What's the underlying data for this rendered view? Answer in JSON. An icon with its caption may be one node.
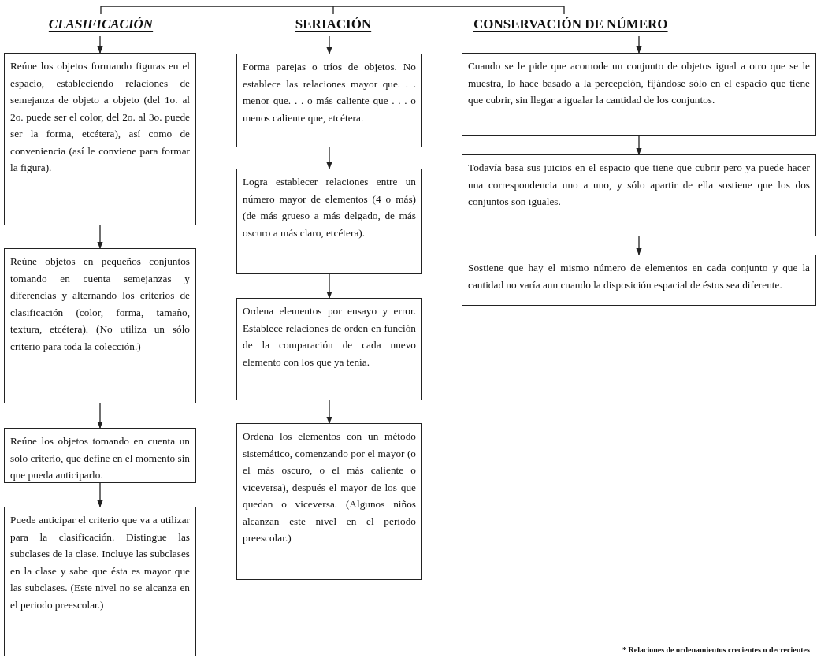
{
  "diagram": {
    "nodes": [
      {
        "text": [
          "CLASIFICACIÓN"
        ]
      },
      {
        "text": [
          "Reúne los objetos formando figuras en el espacio, estableciendo relaciones de semejanza de objeto a objeto (del 1o. al 2o. puede ser el color, del 2o. al 3o. puede ser la forma, etcétera), así como de conveniencia (así le conviene para formar la figura)."
        ]
      },
      {
        "text": [
          "Reúne objetos en pequeños conjuntos tomando en cuenta semejanzas y diferencias y alternando los criterios de clasificación (color, forma, tamaño, textura, etcétera). (No utiliza un sólo criterio para toda la colección.)"
        ]
      },
      {
        "text": [
          "Reúne los objetos tomando en cuenta un solo criterio, que define en el momento sin que pueda anticiparlo."
        ]
      },
      {
        "text": [
          "Puede anticipar el criterio que va a utilizar para la clasificación. Distingue las subclases de la clase. Incluye las subclases en la clase y sabe que ésta es mayor que las subclases. (Este nivel no se alcanza en el periodo preescolar.)"
        ]
      },
      {
        "text": [
          "SERIACIÓN"
        ]
      },
      {
        "text": [
          "Forma parejas o tríos de objetos. No establece las relaciones mayor que. . . menor que. . . o más caliente que . . . o menos caliente que, etcétera."
        ]
      },
      {
        "text": [
          "Logra establecer relaciones entre un número mayor de elementos (4 o más) (de más grueso a más delgado, de más oscuro a más claro, etcétera)."
        ]
      },
      {
        "text": [
          "Ordena elementos por ensayo y error. Establece relaciones de orden en función de la comparación de cada nuevo elemento con los que ya tenía."
        ]
      },
      {
        "text": [
          "Ordena los elementos con un método sistemático, comenzando por el mayor (o el más oscuro, o el más caliente o viceversa), después el mayor de los que quedan o viceversa. (Algunos niños alcanzan este nivel en el periodo preescolar.)"
        ]
      },
      {
        "text": [
          "CONSERVACIÓN DE NÚMERO"
        ]
      },
      {
        "text": [
          "Cuando se le pide que acomode un conjunto de objetos igual a otro que se le muestra, lo hace basado a la percepción, fijándose sólo en el espacio que tiene que cubrir, sin llegar a igualar la cantidad de los conjuntos."
        ]
      },
      {
        "text": [
          "Todavía basa sus juicios en el espacio que tiene que cubrir pero ya puede hacer una correspondencia uno a uno, y sólo apartir de ella sostiene que los dos conjuntos son iguales."
        ]
      },
      {
        "text": [
          "Sostiene que hay el mismo número de elementos en cada conjunto y que la cantidad no varía aun cuando la disposición espacial de éstos sea diferente."
        ]
      }
    ],
    "edges": [
      {
        "from": 0,
        "to": 1,
        "arrow": "to"
      },
      {
        "from": 1,
        "to": 2,
        "arrow": "to"
      },
      {
        "from": 2,
        "to": 3,
        "arrow": "to"
      },
      {
        "from": 3,
        "to": 4,
        "arrow": "to"
      },
      {
        "from": 5,
        "to": 6,
        "arrow": "to"
      },
      {
        "from": 6,
        "to": 7,
        "arrow": "to"
      },
      {
        "from": 7,
        "to": 8,
        "arrow": "to"
      },
      {
        "from": 8,
        "to": 9,
        "arrow": "to"
      },
      {
        "from": 10,
        "to": 11,
        "arrow": "to"
      },
      {
        "from": 11,
        "to": 12,
        "arrow": "to"
      },
      {
        "from": 12,
        "to": 13,
        "arrow": "to"
      }
    ],
    "labels": [
      "* Relaciones de ordenamientos crecientes o decrecientes"
    ]
  }
}
